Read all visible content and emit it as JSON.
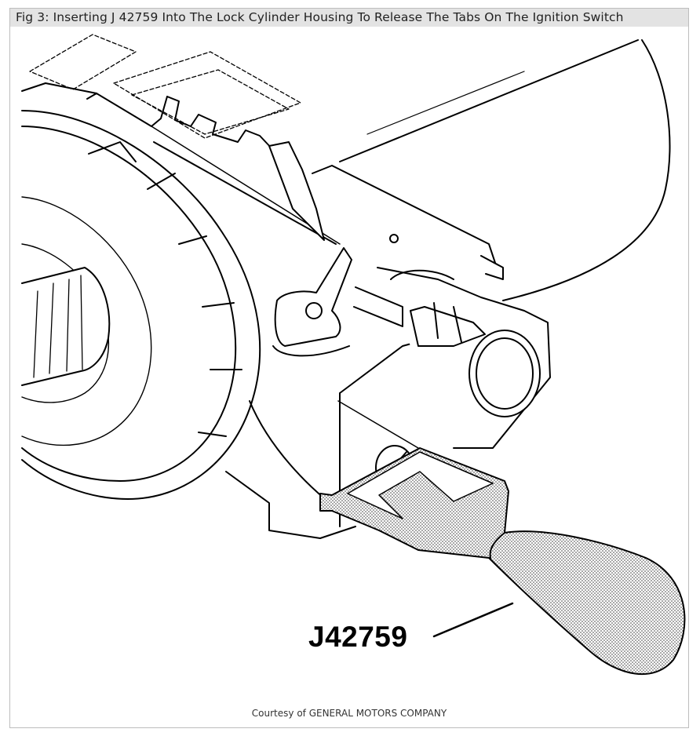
{
  "caption": "Fig 3: Inserting J 42759 Into The Lock Cylinder Housing To Release The Tabs On The Ignition Switch",
  "tool_label": "J42759",
  "credit": "Courtesy of GENERAL MOTORS COMPANY"
}
